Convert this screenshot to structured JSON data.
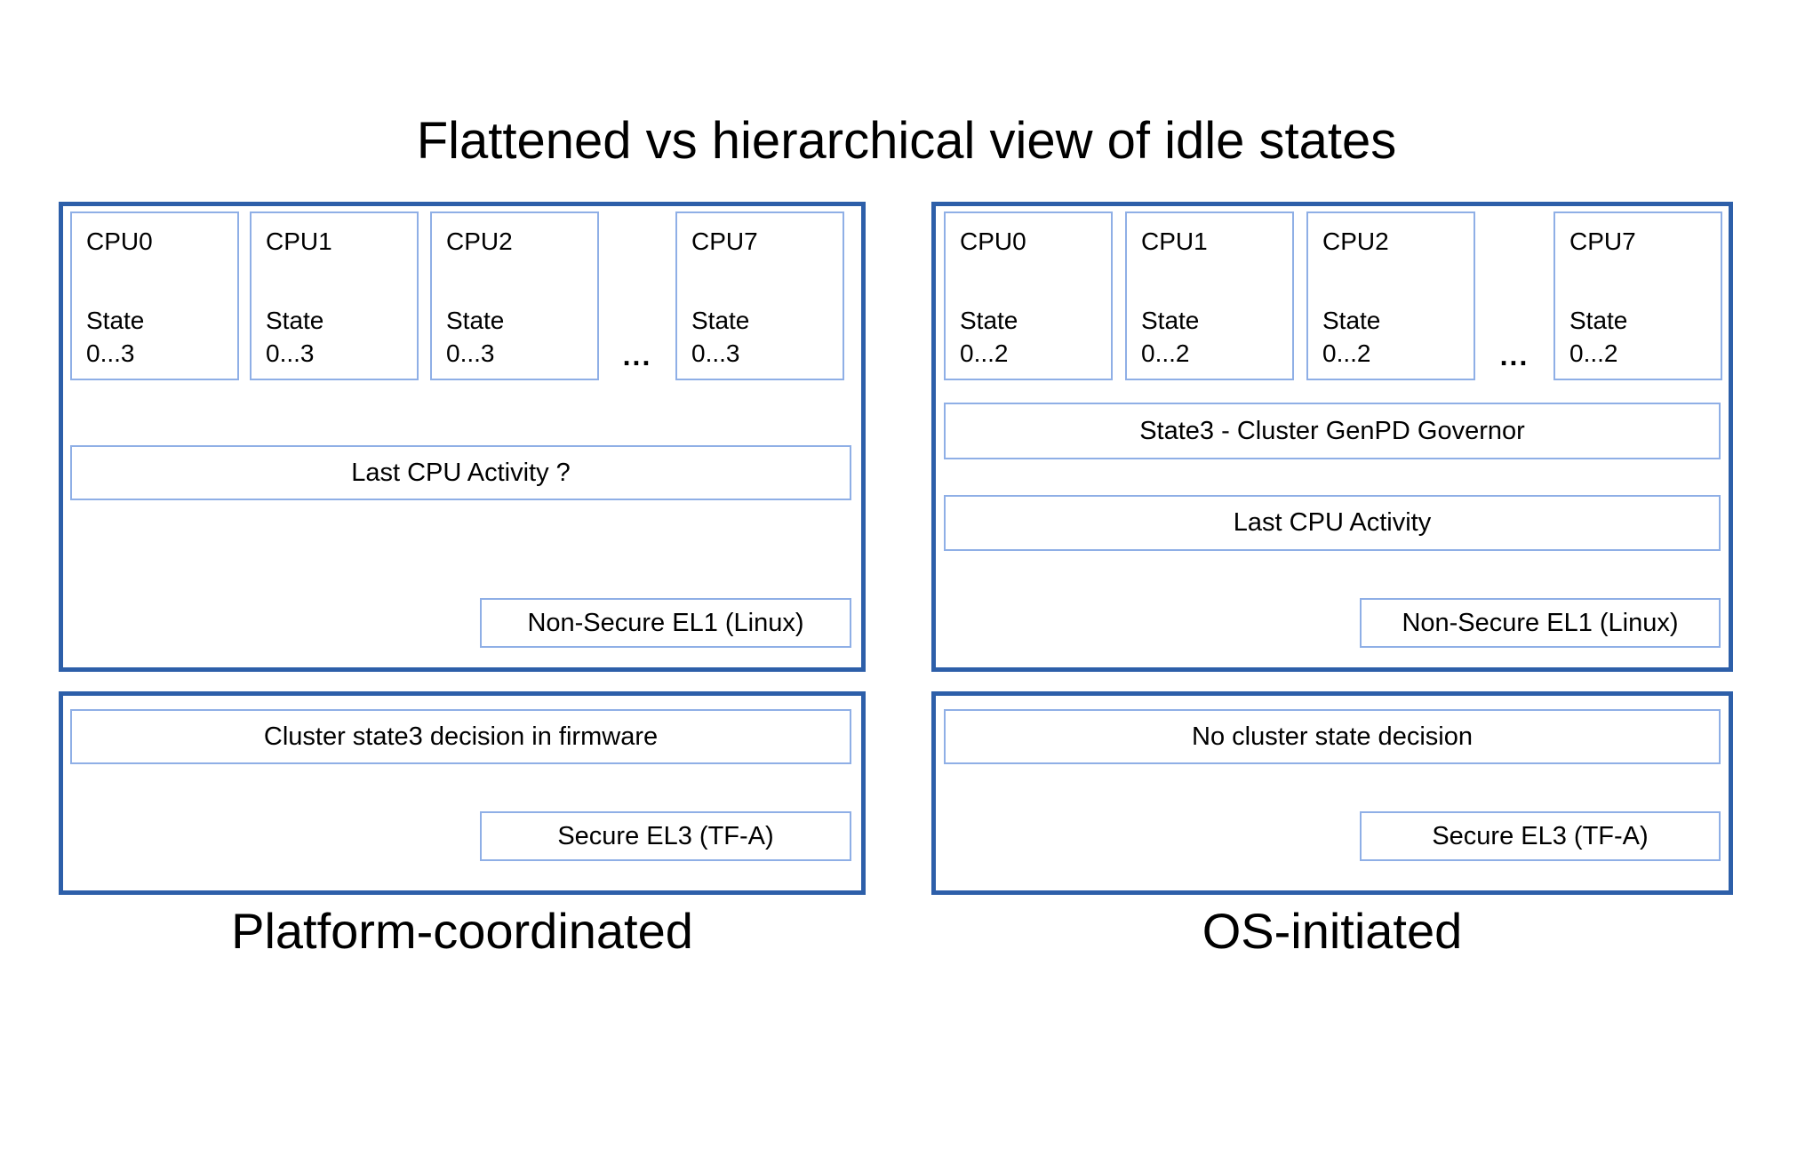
{
  "title": "Flattened vs hierarchical view of idle states",
  "colors": {
    "panel_border": "#2D5FA9",
    "box_border": "#8FAFE6",
    "background": "#FFFFFF",
    "text": "#000000"
  },
  "left": {
    "caption": "Platform-coordinated",
    "upper": {
      "cpus": [
        {
          "name": "CPU0",
          "state_label": "State",
          "state_range": "0...3"
        },
        {
          "name": "CPU1",
          "state_label": "State",
          "state_range": "0...3"
        },
        {
          "name": "CPU2",
          "state_label": "State",
          "state_range": "0...3"
        },
        {
          "name": "CPU7",
          "state_label": "State",
          "state_range": "0...3"
        }
      ],
      "ellipsis": "...",
      "activity": "Last CPU Activity ?",
      "el1": "Non-Secure EL1 (Linux)"
    },
    "lower": {
      "decision": "Cluster state3 decision in firmware",
      "el3": "Secure EL3 (TF-A)"
    }
  },
  "right": {
    "caption": "OS-initiated",
    "upper": {
      "cpus": [
        {
          "name": "CPU0",
          "state_label": "State",
          "state_range": "0...2"
        },
        {
          "name": "CPU1",
          "state_label": "State",
          "state_range": "0...2"
        },
        {
          "name": "CPU2",
          "state_label": "State",
          "state_range": "0...2"
        },
        {
          "name": "CPU7",
          "state_label": "State",
          "state_range": "0...2"
        }
      ],
      "ellipsis": "...",
      "governor": "State3 - Cluster GenPD Governor",
      "activity": "Last CPU Activity",
      "el1": "Non-Secure EL1 (Linux)"
    },
    "lower": {
      "decision": "No cluster state decision",
      "el3": "Secure EL3 (TF-A)"
    }
  }
}
